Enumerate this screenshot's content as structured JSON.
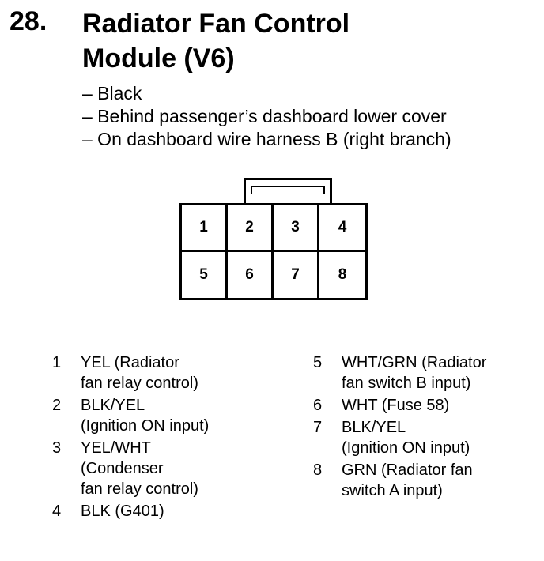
{
  "heading": {
    "number": "28.",
    "title_lines": [
      "Radiator Fan Control",
      "Module (V6)"
    ]
  },
  "notes": [
    "– Black",
    "– Behind passenger’s dashboard lower cover",
    "– On dashboard wire harness B (right branch)"
  ],
  "connector": {
    "cavities": [
      "1",
      "2",
      "3",
      "4",
      "5",
      "6",
      "7",
      "8"
    ]
  },
  "pins_left": [
    {
      "no": "1",
      "lines": [
        "YEL (Radiator",
        "fan relay control)"
      ]
    },
    {
      "no": "2",
      "lines": [
        "BLK/YEL",
        "(Ignition ON input)"
      ]
    },
    {
      "no": "3",
      "lines": [
        "YEL/WHT",
        "(Condenser",
        "fan relay control)"
      ]
    },
    {
      "no": "4",
      "lines": [
        "BLK (G401)"
      ]
    }
  ],
  "pins_right": [
    {
      "no": "5",
      "lines": [
        "WHT/GRN (Radiator",
        "fan switch B input)"
      ]
    },
    {
      "no": "6",
      "lines": [
        "WHT (Fuse 58)"
      ]
    },
    {
      "no": "7",
      "lines": [
        "BLK/YEL",
        "(Ignition ON input)"
      ]
    },
    {
      "no": "8",
      "lines": [
        "GRN (Radiator fan",
        "switch A input)"
      ]
    }
  ]
}
